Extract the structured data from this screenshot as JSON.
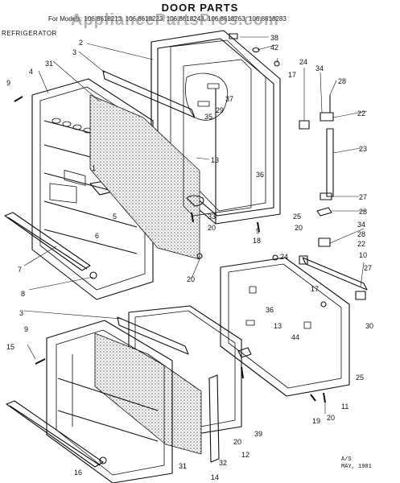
{
  "title": "DOOR PARTS",
  "models_line": "For Models: 106.8618213, 106.8618223, 106.8618243, 106.8618263, 106.8618283",
  "side_label": "REFRIGERATOR",
  "watermark": "AppliancePartsPros.com",
  "footer": {
    "line1": "A/S",
    "line2": "MAY, 1981"
  },
  "part_labels": [
    "2",
    "38",
    "42",
    "17",
    "24",
    "34",
    "28",
    "22",
    "23",
    "37",
    "29",
    "35",
    "31",
    "3",
    "4",
    "9",
    "1",
    "13",
    "36",
    "27",
    "28",
    "25",
    "20",
    "33",
    "20",
    "18",
    "9",
    "5",
    "6",
    "7",
    "8",
    "20",
    "34",
    "28",
    "22",
    "10",
    "27",
    "24",
    "17",
    "36",
    "13",
    "44",
    "30",
    "25",
    "11",
    "20",
    "19",
    "3",
    "9",
    "15",
    "39",
    "20",
    "12",
    "32",
    "31",
    "14",
    "16"
  ]
}
